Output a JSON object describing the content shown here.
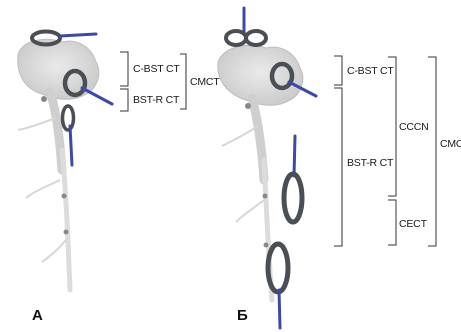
{
  "panels": [
    {
      "letter": "А"
    },
    {
      "letter": "Б"
    }
  ],
  "labels": {
    "a_c_bst_ct": "C-BST CT",
    "a_bst_r_ct": "BST-R CT",
    "a_cmct": "CMCT",
    "b_c_bst_ct": "C-BST CT",
    "b_bst_r_ct": "BST-R CT",
    "b_ccen": "CCCN",
    "b_cect": "CECT",
    "b_cmct": "CMC"
  },
  "colors": {
    "coil": "#4a4f55",
    "stim": "#3b4aa8",
    "bracket": "#333333"
  }
}
